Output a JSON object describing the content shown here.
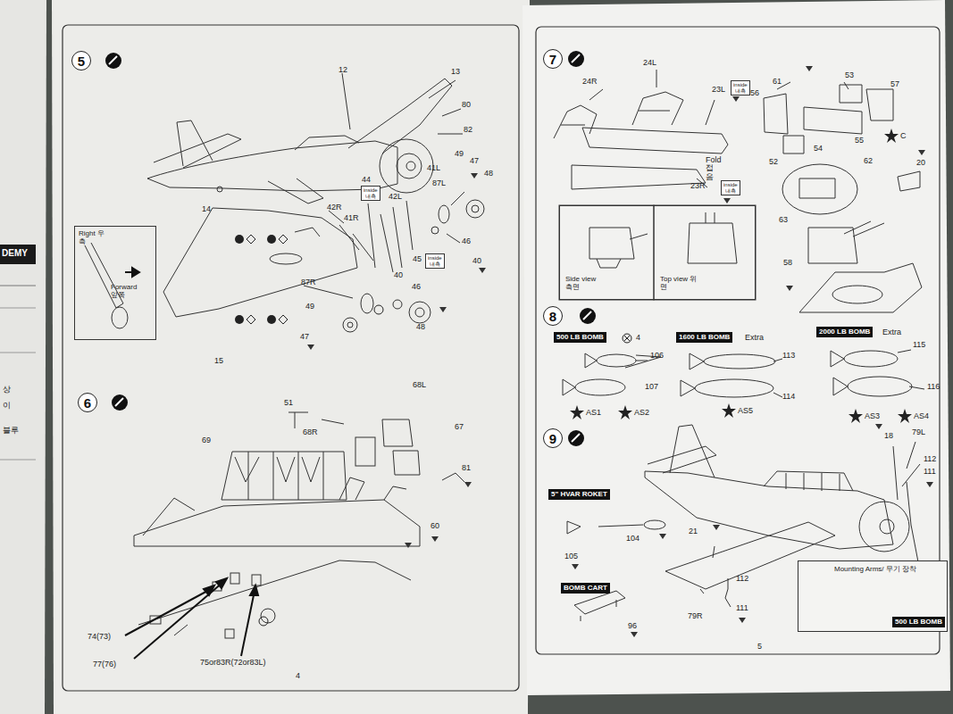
{
  "diagram": {
    "nodes": [
      {
        "text": [
          "5"
        ]
      },
      {
        "text": [
          "Right 우측",
          "Forward 앞쪽"
        ]
      },
      {
        "text": [
          "inside 내측"
        ]
      },
      {
        "text": [
          "inside 내측"
        ]
      },
      {
        "text": [
          "6"
        ]
      },
      {
        "text": [
          "7"
        ]
      },
      {
        "text": [
          "inside 내측"
        ]
      },
      {
        "text": [
          "inside 내측"
        ]
      },
      {
        "text": [
          "Side view 측면",
          "Top view 위면"
        ]
      },
      {
        "text": [
          "8"
        ]
      },
      {
        "text": [
          "500 LB BOMB"
        ]
      },
      {
        "text": [
          "1600 LB BOMB"
        ]
      },
      {
        "text": [
          "2000 LB BOMB"
        ]
      },
      {
        "text": [
          "9"
        ]
      },
      {
        "text": [
          "5\" HVAR ROKET"
        ]
      },
      {
        "text": [
          "BOMB CART"
        ]
      },
      {
        "text": [
          "Mounting Arms/ 무기 장착"
        ]
      },
      {
        "text": [
          "500 LB BOMB"
        ],
        "in": 16
      }
    ],
    "labels": [
      "DEMY",
      "상",
      "이",
      "블루",
      "12",
      "13",
      "80",
      "82",
      "41L",
      "49",
      "47",
      "48",
      "87L",
      "44",
      "42L",
      "42R",
      "41R",
      "14",
      "45",
      "46",
      "40",
      "87R",
      "40",
      "46",
      "49",
      "48",
      "47",
      "15",
      "4",
      "51",
      "68L",
      "68R",
      "69",
      "67",
      "81",
      "60",
      "74(73)",
      "77(76)",
      "75or83R(72or83L)",
      "24R",
      "24L",
      "23L",
      "Fold 접음",
      "23R",
      "61",
      "53",
      "57",
      "56",
      "55",
      "54",
      "52",
      "C",
      "62",
      "20",
      "63",
      "58",
      "4",
      "Extra",
      "Extra",
      "106",
      "107",
      "AS1",
      "AS2",
      "113",
      "114",
      "AS5",
      "115",
      "116",
      "AS3",
      "AS4",
      "18",
      "79L",
      "112",
      "111",
      "104",
      "105",
      "21",
      "96",
      "112",
      "111",
      "79R",
      "5"
    ]
  }
}
